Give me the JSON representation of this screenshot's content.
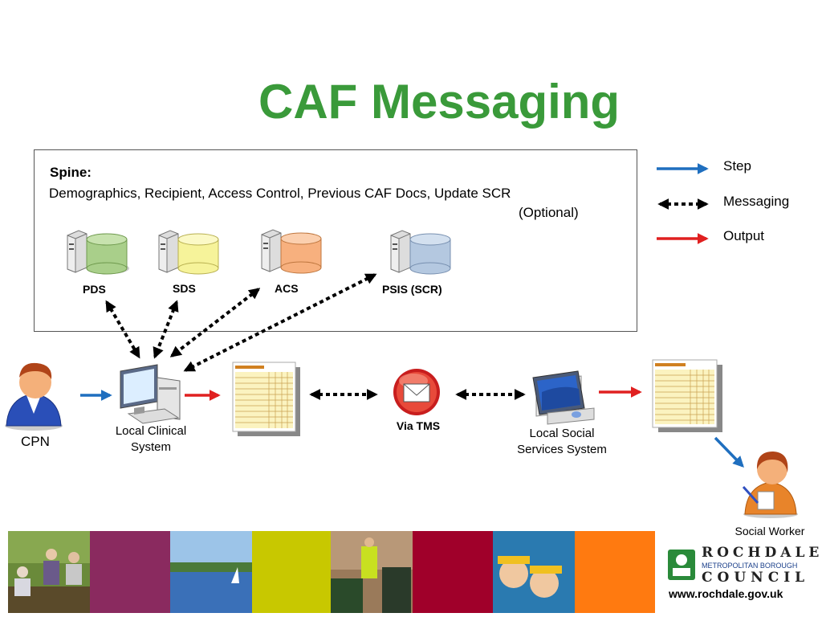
{
  "title": "CAF Messaging",
  "spine": {
    "heading": "Spine:",
    "description": "Demographics, Recipient,  Access Control,  Previous CAF Docs, Update SCR",
    "optional": "(Optional)"
  },
  "databases": [
    {
      "label": "PDS",
      "color": "#a9cf8a"
    },
    {
      "label": "SDS",
      "color": "#f6f39a"
    },
    {
      "label": "ACS",
      "color": "#f7b07e"
    },
    {
      "label": "PSIS (SCR)",
      "color": "#b4c8e0"
    }
  ],
  "legend": [
    {
      "label": "Step",
      "color": "#1f6fbf"
    },
    {
      "label": "Messaging",
      "color": "#000000"
    },
    {
      "label": "Output",
      "color": "#e02020"
    }
  ],
  "nodes": {
    "cpn": "CPN",
    "local_clinical": [
      "Local Clinical",
      "System"
    ],
    "via_tms": "Via TMS",
    "local_social": [
      "Local Social",
      "Services System"
    ],
    "social_worker": "Social Worker"
  },
  "footer": {
    "council_name": "ROCHDALE",
    "council_sub": "METROPOLITAN BOROUGH",
    "council_word": "COUNCIL",
    "url": "www.rochdale.gov.uk",
    "strip_colors": [
      "#8a2a5f",
      "#c8c800",
      "#a0002a",
      "#ff7a10"
    ]
  }
}
